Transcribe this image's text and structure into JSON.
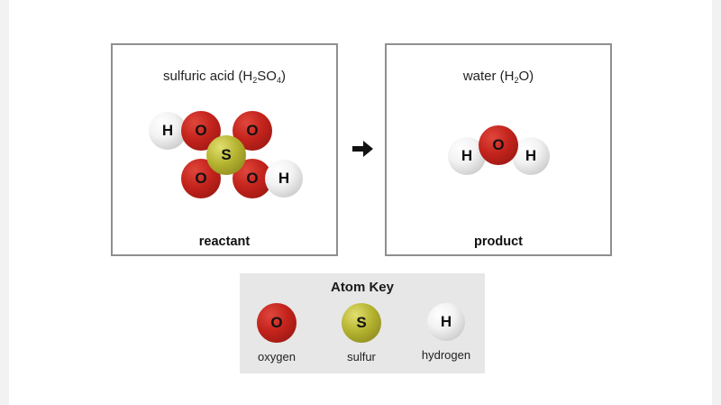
{
  "reactant": {
    "title_prefix": "sulfuric acid (H",
    "title_sub1": "2",
    "title_mid": "SO",
    "title_sub2": "4",
    "title_suffix": ")",
    "caption": "reactant",
    "atoms": [
      "H",
      "O",
      "O",
      "S",
      "O",
      "O",
      "H"
    ]
  },
  "product": {
    "title_prefix": "water (H",
    "title_sub": "2",
    "title_suffix": "O)",
    "caption": "product",
    "atoms": [
      "H",
      "O",
      "H"
    ]
  },
  "key": {
    "title": "Atom Key",
    "items": [
      {
        "symbol": "O",
        "label": "oxygen"
      },
      {
        "symbol": "S",
        "label": "sulfur"
      },
      {
        "symbol": "H",
        "label": "hydrogen"
      }
    ]
  },
  "colors": {
    "oxygen": "#c2231c",
    "sulfur": "#b5b330",
    "hydrogen": "#f2f2f2",
    "panel_border": "#8f8f8f",
    "key_background": "#e7e7e7"
  }
}
